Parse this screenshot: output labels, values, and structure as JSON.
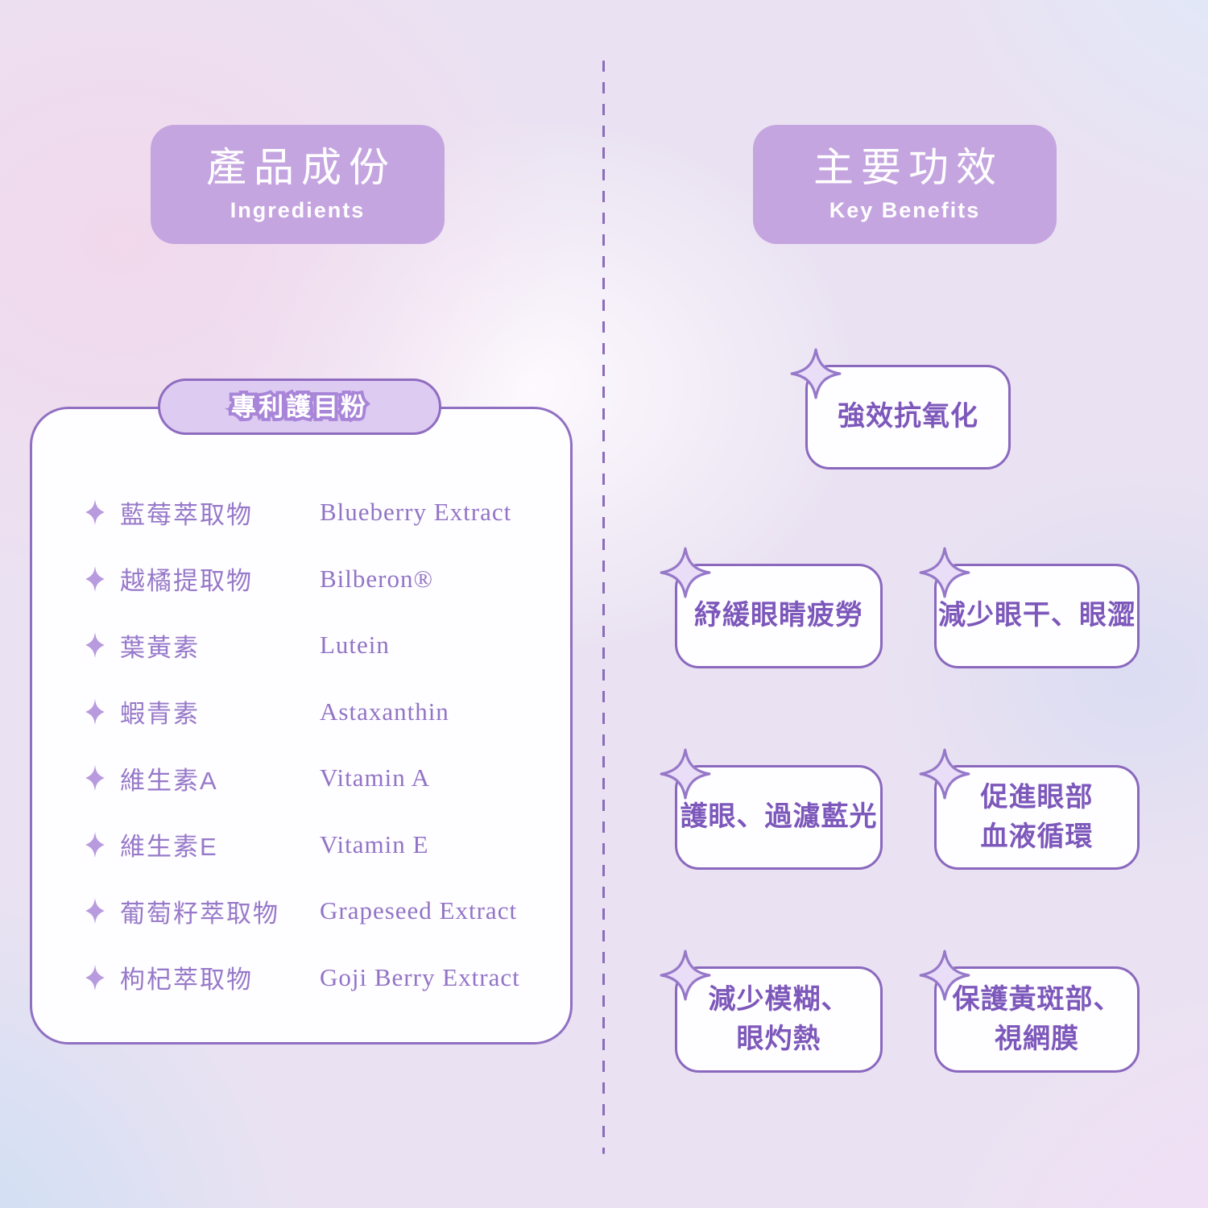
{
  "left": {
    "header": {
      "title": "產品成份",
      "subtitle": "Ingredients"
    },
    "panel_label": "專利護目粉",
    "ingredients": [
      {
        "zh": "藍莓萃取物",
        "en": "Blueberry Extract"
      },
      {
        "zh": "越橘提取物",
        "en": "Bilberon®"
      },
      {
        "zh": "葉黃素",
        "en": "Lutein"
      },
      {
        "zh": "蝦青素",
        "en": "Astaxanthin"
      },
      {
        "zh": "維生素A",
        "en": "Vitamin A"
      },
      {
        "zh": "維生素E",
        "en": "Vitamin E"
      },
      {
        "zh": "葡萄籽萃取物",
        "en": "Grapeseed Extract"
      },
      {
        "zh": "枸杞萃取物",
        "en": "Goji Berry Extract"
      }
    ]
  },
  "right": {
    "header": {
      "title": "主要功效",
      "subtitle": "Key Benefits"
    },
    "benefits": [
      "強效抗氧化",
      "紓緩眼睛疲勞",
      "減少眼干、眼澀",
      "護眼、過濾藍光",
      "促進眼部\n血液循環",
      "減少模糊、\n眼灼熱",
      "保護黃斑部、\n視網膜"
    ]
  },
  "icons": {
    "bullet": "four-pointed-star",
    "corner": "sparkle-star"
  },
  "colors": {
    "header_fill": "#c5a5e0",
    "header_text": "#ffffff",
    "panel_border": "#9070c2",
    "pill_fill": "#ddcbf2",
    "benefit_border": "#8a68be",
    "benefit_text": "#7d58bb",
    "ingredient_text_zh": "#9779c9",
    "ingredient_text_en": "#9274c6",
    "bullet_fill": "#b89ade",
    "divider": "#8b6db8",
    "sparkle_fill": "#e9ddf8",
    "sparkle_stroke": "#9678c8"
  }
}
